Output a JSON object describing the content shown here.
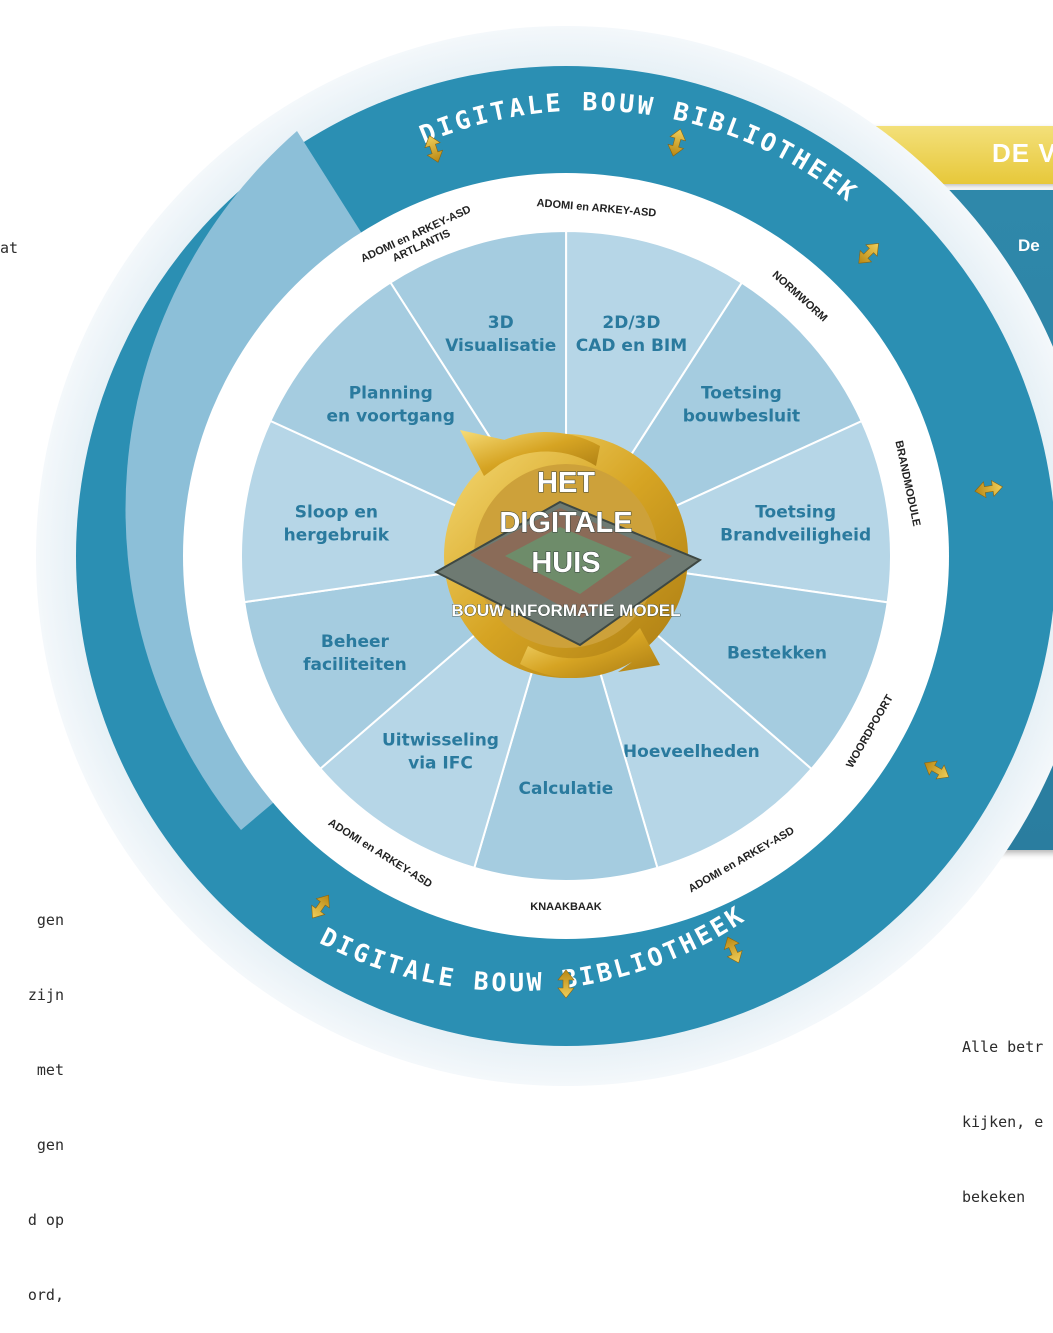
{
  "side_text": {
    "left_fragment": "at",
    "left_bottom_lines": [
      "gen",
      "zijn",
      "met",
      "gen",
      "d op",
      "ord,"
    ],
    "right_bottom_lines": [
      "Alle betr",
      "kijken, e",
      "bekeken"
    ]
  },
  "panel": {
    "banner_text": "DE V",
    "panel_text": "De"
  },
  "ring": {
    "top_text": "DIGITALE BOUW BIBLIOTHEEK",
    "bottom_text": "DIGITALE BOUW BIBLIOTHEEK"
  },
  "hub": {
    "title_lines": [
      "HET",
      "DIGITALE",
      "HUIS"
    ],
    "subtitle": "BOUW INFORMATIE MODEL"
  },
  "segments": [
    {
      "lines": [
        "3D",
        "Visualisatie"
      ]
    },
    {
      "lines": [
        "2D/3D",
        "CAD en BIM"
      ]
    },
    {
      "lines": [
        "Toetsing",
        "bouwbesluit"
      ]
    },
    {
      "lines": [
        "Toetsing",
        "Brandveiligheid"
      ]
    },
    {
      "lines": [
        "Bestekken"
      ]
    },
    {
      "lines": [
        "Hoeveelheden"
      ]
    },
    {
      "lines": [
        "Calculatie"
      ]
    },
    {
      "lines": [
        "Uitwisseling",
        "via IFC"
      ]
    },
    {
      "lines": [
        "Beheer",
        "faciliteiten"
      ]
    },
    {
      "lines": [
        "Sloop en",
        "hergebruik"
      ]
    },
    {
      "lines": [
        "Planning",
        "en voortgang"
      ]
    }
  ],
  "ring_labels": [
    {
      "lines": [
        "ADOMI en ARKEY-ASD",
        "ARTLANTIS"
      ]
    },
    {
      "lines": [
        "ADOMI en ARKEY-ASD"
      ]
    },
    {
      "lines": [
        "NORMWORM"
      ]
    },
    {
      "lines": [
        "BRANDMODULE"
      ]
    },
    {
      "lines": [
        "WOORDPOORT"
      ]
    },
    {
      "lines": [
        "ADOMI en ARKEY-ASD"
      ]
    },
    {
      "lines": [
        "KNAAKBAAK"
      ]
    },
    {
      "lines": [
        "ADOMI en ARKEY-ASD"
      ]
    }
  ],
  "colors": {
    "ring_dark": "#2b8fb3",
    "ring_light": "#8cbfd8",
    "segment_fill": "#a5cce0",
    "segment_alt": "#b6d6e7",
    "gold": "#d9a92a",
    "banner": "#efd35a"
  }
}
